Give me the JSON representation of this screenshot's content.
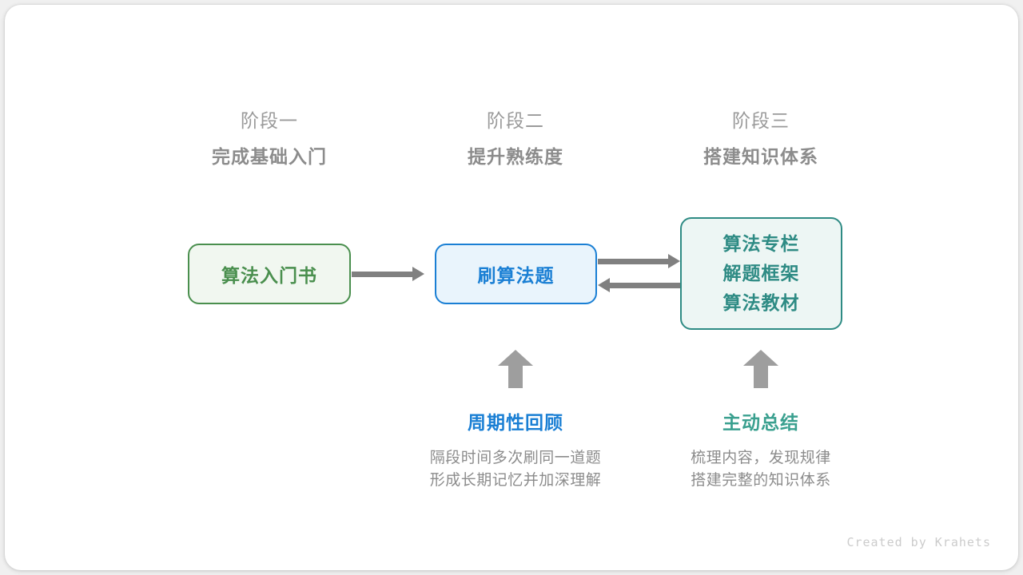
{
  "phases": [
    {
      "sub": "阶段一",
      "title": "完成基础入门"
    },
    {
      "sub": "阶段二",
      "title": "提升熟练度"
    },
    {
      "sub": "阶段三",
      "title": "搭建知识体系"
    }
  ],
  "nodes": {
    "book": {
      "label": "算法入门书",
      "border_color": "#4a8f4e",
      "fill_color": "#f1f7f0"
    },
    "practice": {
      "label": "刷算法题",
      "border_color": "#1a7fd4",
      "fill_color": "#e9f4fc"
    },
    "resources": {
      "lines": [
        "算法专栏",
        "解题框架",
        "算法教材"
      ],
      "border_color": "#2e8b84",
      "fill_color": "#edf6f4"
    }
  },
  "annotations": [
    {
      "title": "周期性回顾",
      "title_color": "#1a7fd4",
      "desc_line1": "隔段时间多次刷同一道题",
      "desc_line2": "形成长期记忆并加深理解"
    },
    {
      "title": "主动总结",
      "title_color": "#3aa08f",
      "desc_line1": "梳理内容，发现规律",
      "desc_line2": "搭建完整的知识体系"
    }
  ],
  "arrow_color": "#808080",
  "up_arrow_color": "#9e9e9e",
  "credit": "Created by Krahets"
}
